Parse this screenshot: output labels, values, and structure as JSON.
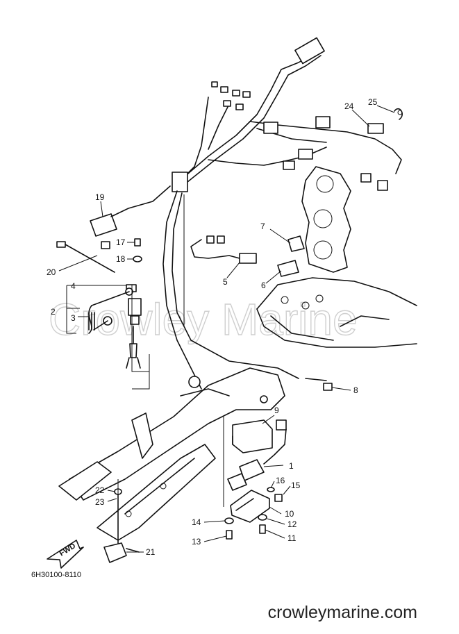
{
  "watermark": "Crowley Marine",
  "diagram_code": "6H30100-8110",
  "footer_url": "crowleymarine.com",
  "fwd_label": "FWD",
  "callouts": {
    "c1": "1",
    "c2": "2",
    "c3": "3",
    "c4": "4",
    "c5": "5",
    "c6": "6",
    "c7": "7",
    "c8": "8",
    "c9": "9",
    "c10": "10",
    "c11": "11",
    "c12": "12",
    "c13": "13",
    "c14": "14",
    "c15": "15",
    "c16": "16",
    "c17": "17",
    "c18": "18",
    "c19": "19",
    "c20": "20",
    "c21": "21",
    "c22": "22",
    "c23": "23",
    "c24": "24",
    "c25": "25"
  }
}
